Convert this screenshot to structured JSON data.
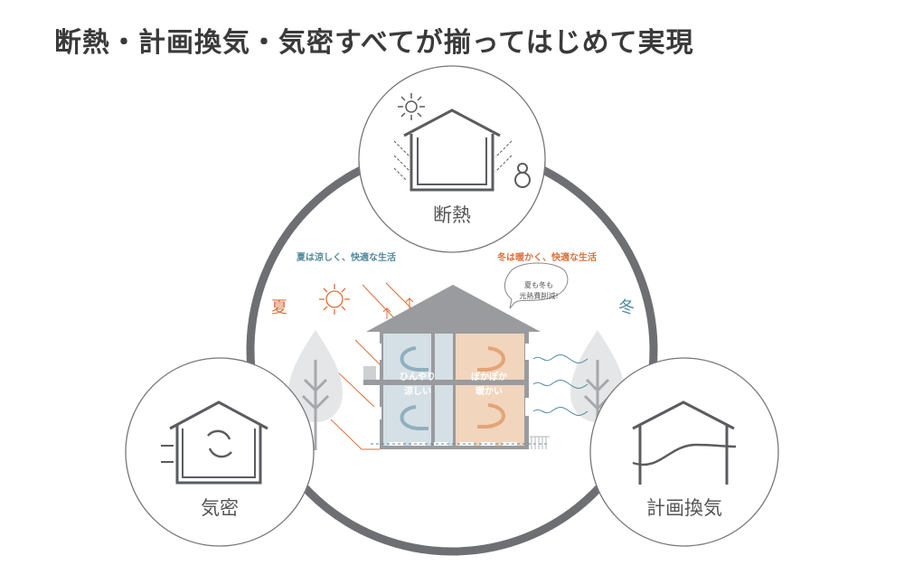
{
  "title": "断熱・計画換気・気密すべてが揃ってはじめて実現",
  "circles": {
    "insulation": "断熱",
    "airtight": "気密",
    "ventilation": "計画換気"
  },
  "center": {
    "summary_caption": "夏は涼しく、快適な生活",
    "winter_caption": "冬は暖かく、快適な生活",
    "summer": "夏",
    "winter": "冬",
    "bubble_line1": "夏も冬も",
    "bubble_line2": "光熱費削減!",
    "cool_line1": "ひんやり",
    "cool_line2": "涼しい",
    "warm_line1": "ぽかぽか",
    "warm_line2": "暖かい"
  },
  "colors": {
    "ring": "#6e6f73",
    "summer": "#d9703a",
    "winter": "#4f8a9e",
    "cool_fill": "#d5e0e6",
    "warm_fill": "#f1d5bd",
    "house": "#9a9b9e"
  }
}
